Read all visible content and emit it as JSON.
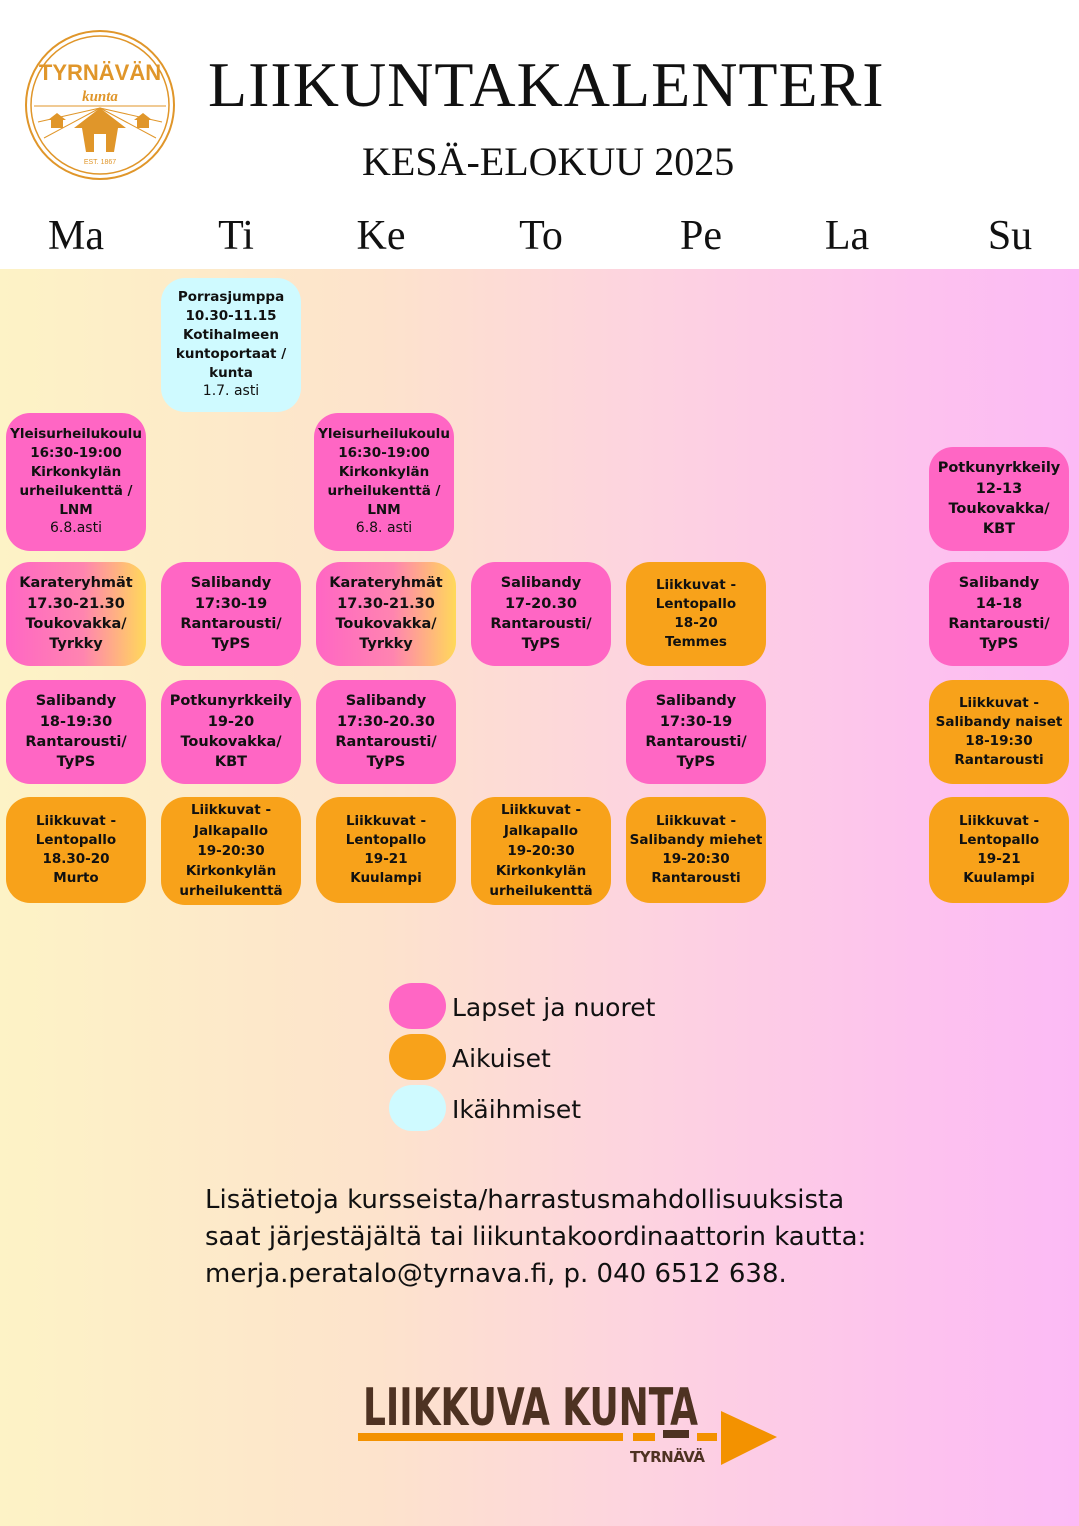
{
  "header": {
    "title": "LIIKUNTAKALENTERI",
    "subtitle": "KESÄ-ELOKUU 2025",
    "logo_text": "TYRNÄVÄN kunta EST. 1867"
  },
  "days": [
    "Ma",
    "Ti",
    "Ke",
    "To",
    "Pe",
    "La",
    "Su"
  ],
  "colors": {
    "children": "#ff66c4",
    "adults": "#f8a21a",
    "seniors": "#cffaff"
  },
  "cards": [
    {
      "text": "Porrasjumppa\n10.30-11.15\nKotihalmeen\nkuntoportaat /\nkunta",
      "note": "1.7. asti"
    },
    {
      "text": "Yleisurheilukoulu\n16:30-19:00\nKirkonkylän\nurheilukenttä /\nLNM",
      "note": "6.8.asti"
    },
    {
      "text": "Yleisurheilukoulu\n16:30-19:00\nKirkonkylän\nurheilukenttä /\nLNM",
      "note": "6.8. asti"
    },
    {
      "text": "Potkunyrkkeily\n12-13\nToukovakka/\nKBT"
    },
    {
      "text": "Karateryhmät\n17.30-21.30\nToukovakka/\nTyrkky"
    },
    {
      "text": "Salibandy\n17:30-19\nRantarousti/\nTyPS"
    },
    {
      "text": "Karateryhmät\n17.30-21.30\nToukovakka/\nTyrkky"
    },
    {
      "text": "Salibandy\n17-20.30\nRantarousti/\nTyPS"
    },
    {
      "text": "Liikkuvat -\nLentopallo\n18-20\nTemmes"
    },
    {
      "text": "Salibandy\n14-18\nRantarousti/\nTyPS"
    },
    {
      "text": "Salibandy\n18-19:30\nRantarousti/\nTyPS"
    },
    {
      "text": "Potkunyrkkeily\n19-20\nToukovakka/\nKBT"
    },
    {
      "text": "Salibandy\n17:30-20.30\nRantarousti/\nTyPS"
    },
    {
      "text": "Salibandy\n17:30-19\nRantarousti/\nTyPS"
    },
    {
      "text": "Liikkuvat -\nSalibandy naiset\n18-19:30\nRantarousti"
    },
    {
      "text": "Liikkuvat -\nLentopallo\n18.30-20\nMurto"
    },
    {
      "text": "Liikkuvat -\nJalkapallo\n19-20:30\nKirkonkylän\nurheilukenttä"
    },
    {
      "text": "Liikkuvat -\nLentopallo\n19-21\nKuulampi"
    },
    {
      "text": "Liikkuvat -\nJalkapallo\n19-20:30\nKirkonkylän\nurheilukenttä"
    },
    {
      "text": "Liikkuvat -\nSalibandy miehet\n19-20:30\nRantarousti"
    },
    {
      "text": "Liikkuvat -\nLentopallo\n19-21\nKuulampi"
    }
  ],
  "legend": [
    "Lapset ja nuoret",
    "Aikuiset",
    "Ikäihmiset"
  ],
  "info": "Lisätietoja kursseista/harrastusmahdollisuuksista\nsaat järjestäjältä tai liikuntakoordinaattorin kautta:\nmerja.peratalo@tyrnava.fi, p. 040 6512 638.",
  "footer_logo": {
    "main": "LIIKKUVA KUNTA",
    "sub": "TYRNÄVÄ"
  }
}
